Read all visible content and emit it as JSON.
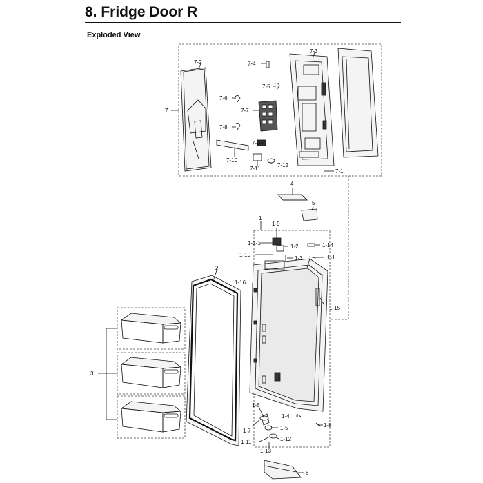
{
  "title": "8.  Fridge Door R",
  "section": "Exploded View",
  "labels": {
    "p7": "7",
    "p7_1": "7-1",
    "p7_2": "7-2",
    "p7_3": "7-3",
    "p7_4": "7-4",
    "p7_5": "7-5",
    "p7_6": "7-6",
    "p7_7": "7-7",
    "p7_8": "7-8",
    "p7_9": "7-9",
    "p7_10": "7-10",
    "p7_11": "7-11",
    "p7_12": "7-12",
    "p4": "4",
    "p5": "5",
    "p1": "1",
    "p1_9": "1-9",
    "p1_2_1": "1-2-1",
    "p1_2": "1-2",
    "p1_14": "1-14",
    "p1_10": "1-10",
    "p1_3": "1-3",
    "p1_1": "1-1",
    "p2": "2",
    "p1_16": "1-16",
    "p1_15": "1-15",
    "p3": "3",
    "p1_6": "1-6",
    "p1_4": "1-4",
    "p1_8": "1-8",
    "p1_7": "1-7",
    "p1_5": "1-5",
    "p1_11": "1-11",
    "p1_12": "1-12",
    "p1_13": "1-13",
    "p6": "6"
  },
  "colors": {
    "line": "#111111",
    "dash": "#333333",
    "part_fill": "#f4f4f4",
    "dark_part": "#333333"
  }
}
